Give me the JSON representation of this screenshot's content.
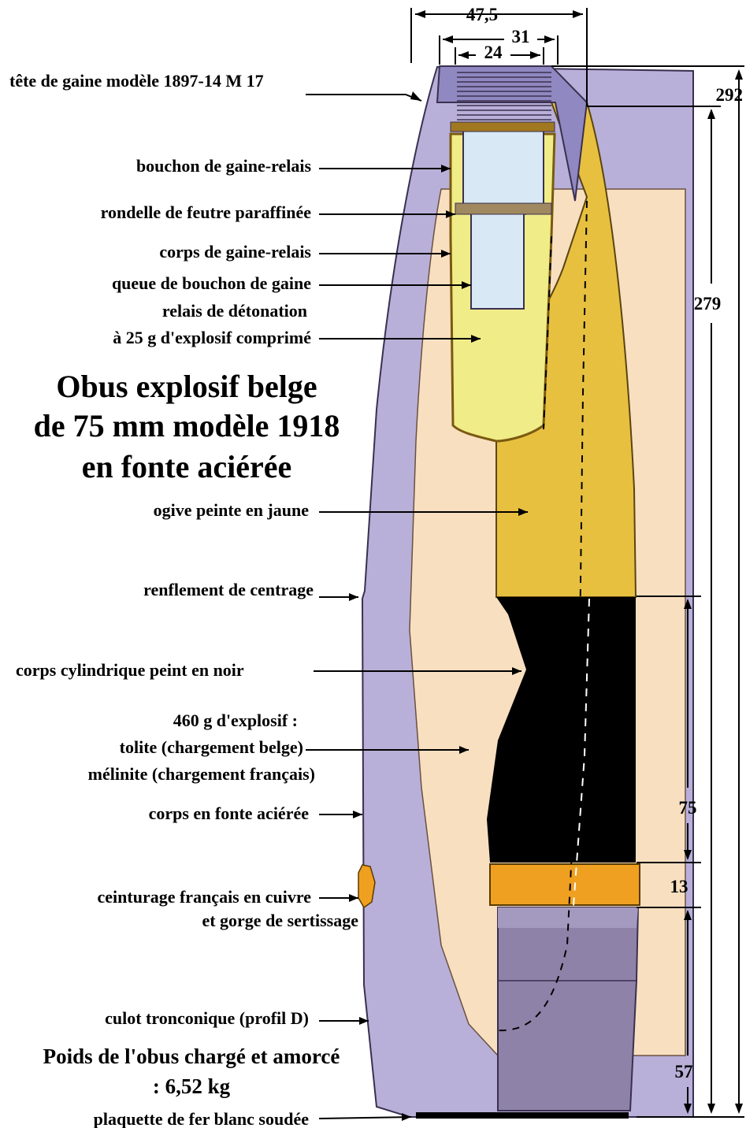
{
  "title": {
    "line1": "Obus explosif belge",
    "line2": "de 75 mm modèle 1918",
    "line3": "en fonte aciérée"
  },
  "labels": {
    "tete_gaine": "tête de gaine modèle 1897-14 M 17",
    "bouchon_gaine_relais": "bouchon de gaine-relais",
    "rondelle": "rondelle de feutre paraffinée",
    "corps_gaine_relais": "corps de gaine-relais",
    "queue_bouchon": "queue de bouchon de gaine",
    "relais_line1": "relais de détonation",
    "relais_line2": "à 25 g d'explosif comprimé",
    "ogive": "ogive peinte en jaune",
    "renflement": "renflement de centrage",
    "corps_cylindrique": "corps cylindrique peint en noir",
    "explosif_line1": "460 g d'explosif :",
    "explosif_line2": "tolite (chargement belge)",
    "explosif_line3": "mélinite (chargement français)",
    "corps_fonte": "corps en fonte aciérée",
    "ceinturage_line1": "ceinturage français en cuivre",
    "ceinturage_line2": "et gorge de sertissage",
    "culot": "culot tronconique (profil D)",
    "plaquette": "plaquette de fer blanc soudée"
  },
  "weight": {
    "line1": "Poids de l'obus chargé et amorcé",
    "line2": ": 6,52 kg"
  },
  "dimensions": {
    "d_47_5": "47,5",
    "d_31": "31",
    "d_24": "24",
    "d_292": "292",
    "d_279": "279",
    "d_75": "75",
    "d_13": "13",
    "d_57": "57"
  },
  "colors": {
    "shell_body": "#b8b0d8",
    "fuze_head": "#9088c0",
    "explosive": "#f8dfc0",
    "ogive_yellow": "#e8c040",
    "booster_yellow": "#f0ec88",
    "black_paint": "#000000",
    "copper_band": "#f0a020",
    "base_purple": "#8e82a8",
    "gaine_brown": "#a07820",
    "gaine_inner": "#d8e8f4"
  }
}
